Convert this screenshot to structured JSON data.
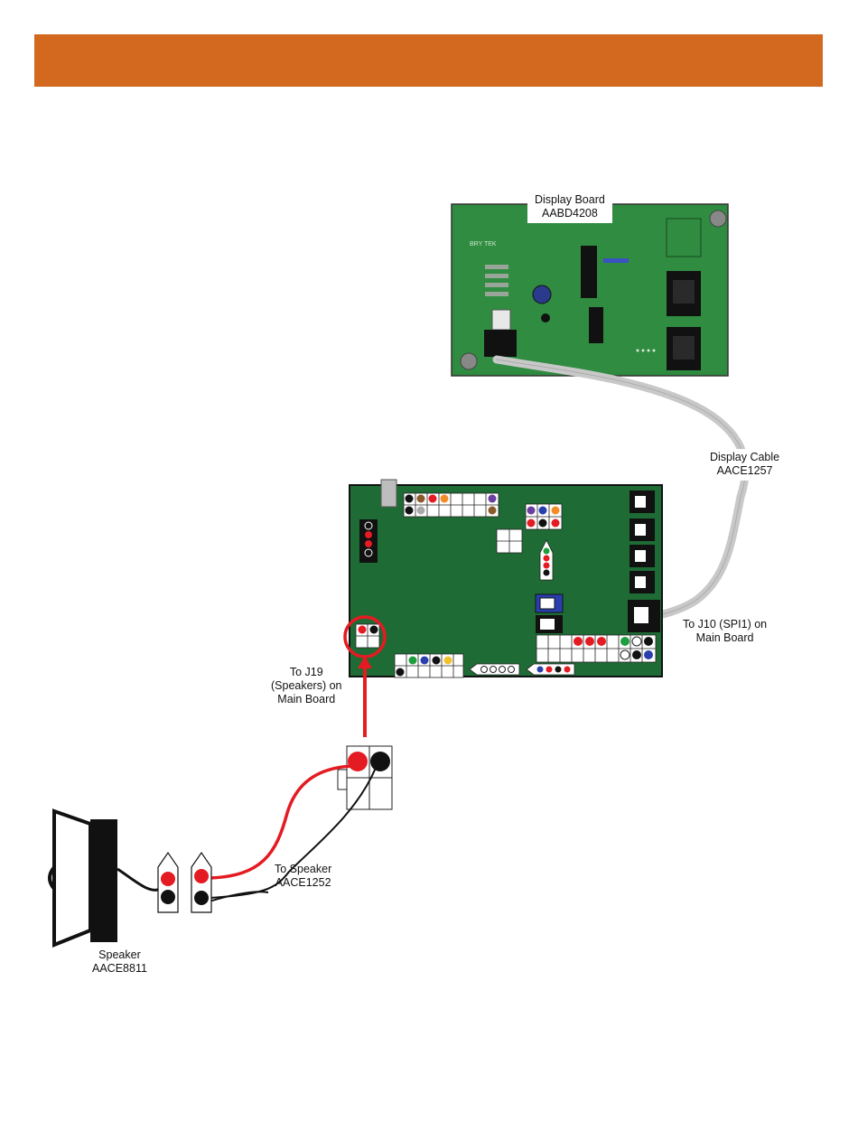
{
  "colors": {
    "header_bar": "#D2691E",
    "board_green": "#1F6B35",
    "display_green": "#2E8A3E",
    "wire_red": "#E41B22",
    "wire_black": "#111111",
    "cable_gray": "#C8C8C8",
    "accent_blue": "#2A3FAE"
  },
  "labels": {
    "display_board": {
      "line1": "Display Board",
      "line2": "AABD4208"
    },
    "display_cable": {
      "line1": "Display Cable",
      "line2": "AACE1257"
    },
    "j10": {
      "line1": "To J10 (SPI1) on",
      "line2": "Main Board"
    },
    "j19": {
      "line1": "To J19",
      "line2": "(Speakers) on",
      "line3": "Main Board"
    },
    "to_speaker": {
      "line1": "To Speaker",
      "line2": "AACE1252"
    },
    "speaker": {
      "line1": "Speaker",
      "line2": "AACE8811"
    }
  }
}
